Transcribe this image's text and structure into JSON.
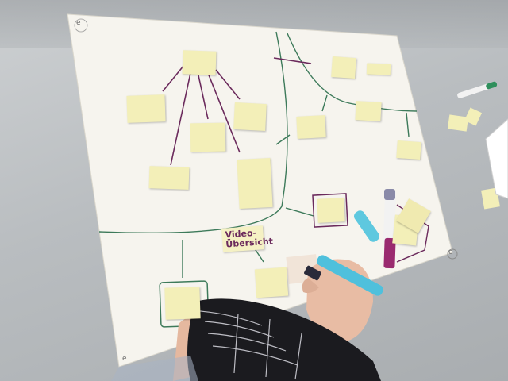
{
  "photo": {
    "title_note": "Video-Übersicht",
    "corner_marks": [
      "e",
      "e",
      "e"
    ],
    "colors": {
      "paper": "#f6f4ee",
      "green_line": "#3d7a5a",
      "purple_arrow": "#6b2a5c",
      "sticky_note": "#f3efb8",
      "marker_cyan": "#5ec8df",
      "sweater_dark": "#1b1b1f"
    }
  }
}
